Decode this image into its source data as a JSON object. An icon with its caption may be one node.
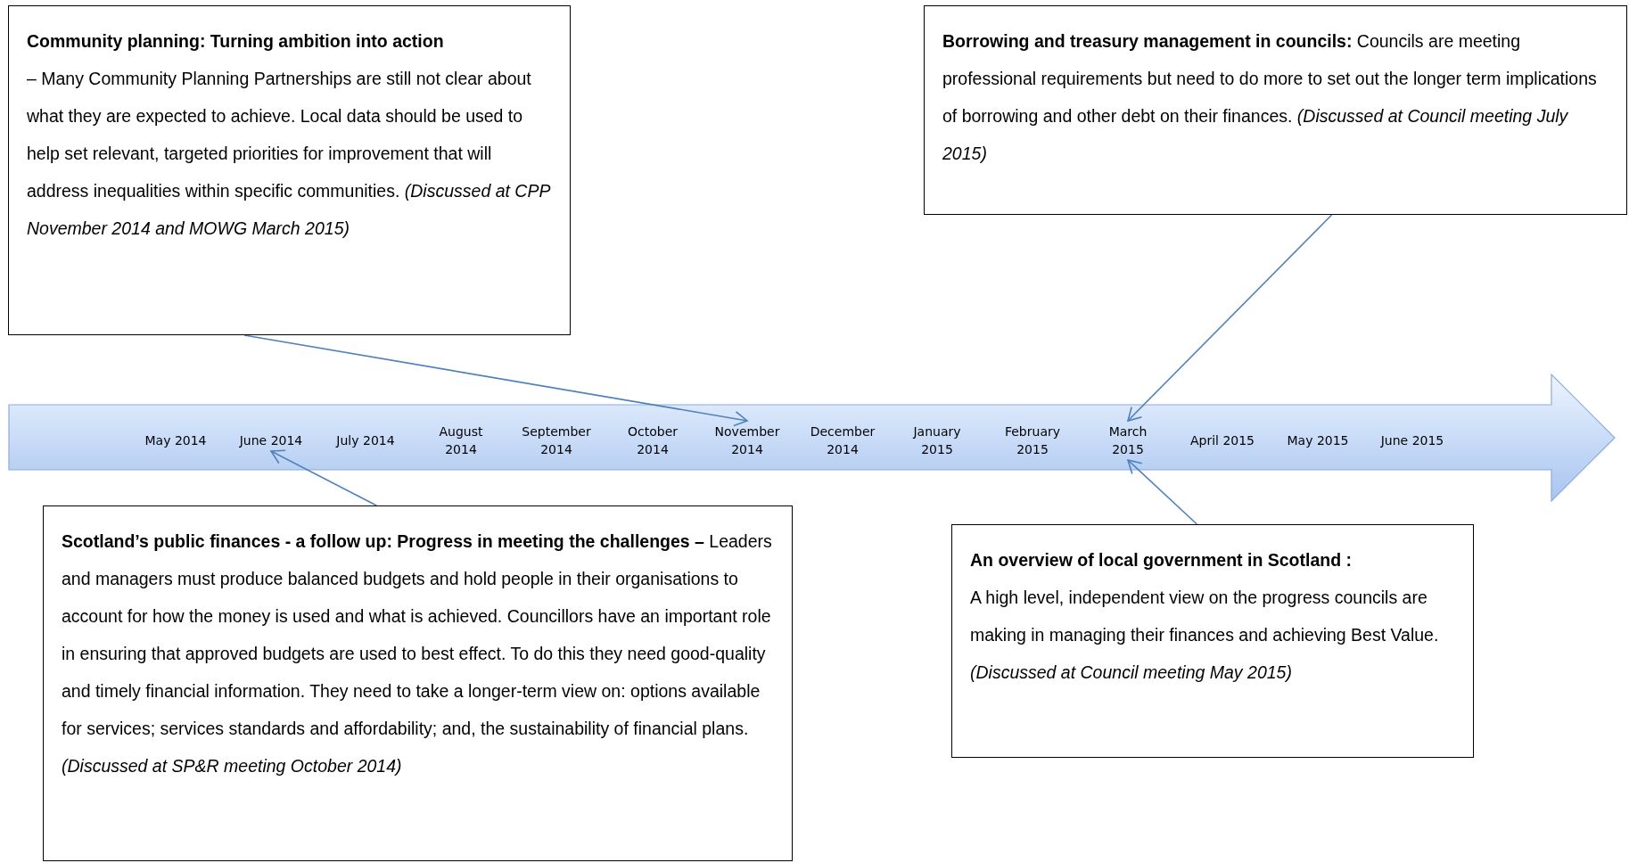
{
  "diagram": {
    "nodes": [
      {
        "text": [
          "Community planning: Turning ambition into action",
          "– Many Community Planning Partnerships are still not clear about what they are expected to achieve. Local data should be used to help set relevant, targeted priorities for improvement that will address inequalities within specific communities. *(Discussed at CPP November 2014 and MOWG March 2015)*"
        ]
      },
      {
        "text": [
          "**Borrowing and treasury management in councils:**  Councils are meeting professional requirements but need to do more to set out the longer term implications of borrowing and other debt on their finances. *(Discussed at Council meeting July 2015)*"
        ]
      },
      {
        "text": [],
        "shape": "arrow"
      },
      {
        "text": [
          "May 2014"
        ],
        "in": 2
      },
      {
        "text": [
          "June 2014"
        ],
        "in": 2
      },
      {
        "text": [
          "July 2014"
        ],
        "in": 2
      },
      {
        "text": [
          "August 2014"
        ],
        "in": 2
      },
      {
        "text": [
          "September 2014"
        ],
        "in": 2
      },
      {
        "text": [
          "October 2014"
        ],
        "in": 2
      },
      {
        "text": [
          "November 2014"
        ],
        "in": 2
      },
      {
        "text": [
          "December 2014"
        ],
        "in": 2
      },
      {
        "text": [
          "January 2015"
        ],
        "in": 2
      },
      {
        "text": [
          "February 2015"
        ],
        "in": 2
      },
      {
        "text": [
          "March 2015"
        ],
        "in": 2
      },
      {
        "text": [
          "April 2015"
        ],
        "in": 2
      },
      {
        "text": [
          "May 2015"
        ],
        "in": 2
      },
      {
        "text": [
          "June 2015"
        ],
        "in": 2
      },
      {
        "text": [
          "**Scotland’s public finances - a follow up: Progress in meeting the challenges –** Leaders and managers must produce balanced budgets and hold people in their organisations to account for how the money is used and what is achieved. Councillors have an important role in ensuring that approved budgets are used to best effect. To do this they need good-quality and timely financial information. They need to take a longer-term view on: options available for services; services standards and affordability; and, the sustainability of financial plans. *(Discussed at SP&R meeting October 2014)*"
        ]
      },
      {
        "text": [
          "An overview of local government in Scotland :",
          "A high level, independent view on the progress councils are making in managing their finances and achieving Best Value. *(Discussed at Council meeting May 2015)*"
        ]
      }
    ],
    "edges": [
      {
        "from": 0,
        "to": 9,
        "arrow": "to"
      },
      {
        "from": 1,
        "to": 13,
        "arrow": "to"
      },
      {
        "from": 17,
        "to": 4,
        "arrow": "to"
      },
      {
        "from": 18,
        "to": 13,
        "arrow": "to"
      }
    ]
  }
}
